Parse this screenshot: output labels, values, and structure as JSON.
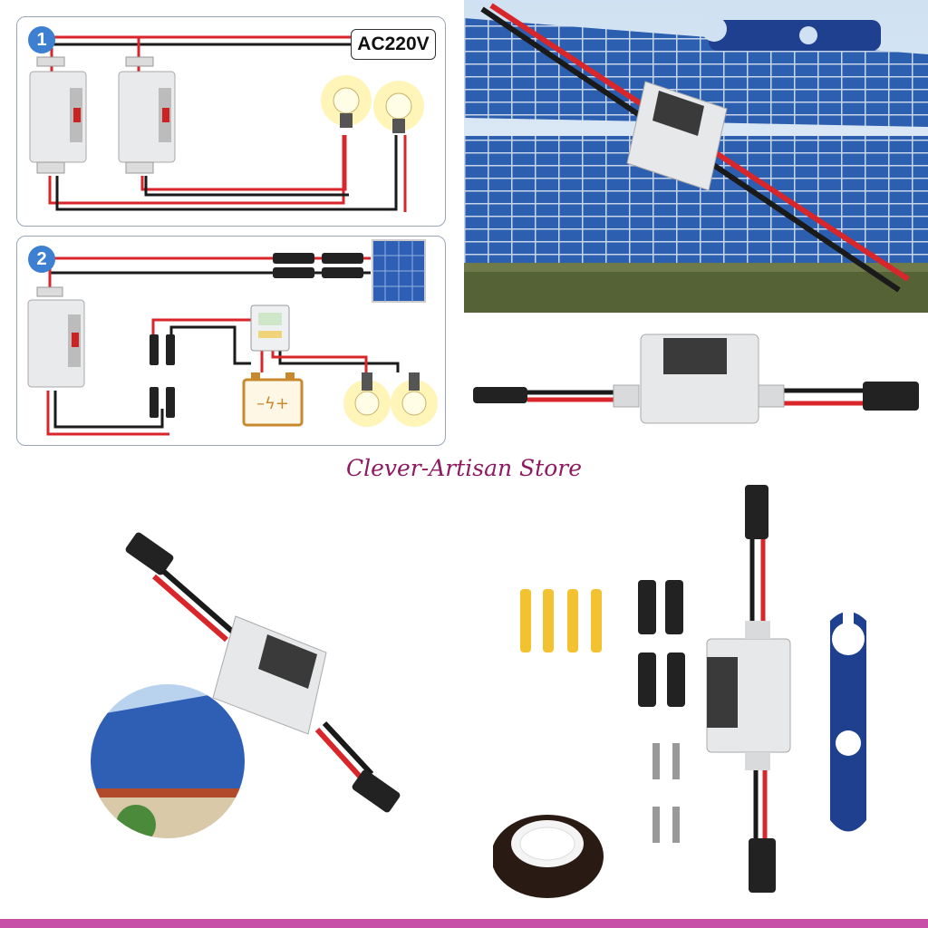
{
  "diagram1": {
    "step": "1",
    "voltage_label": "AC220V"
  },
  "diagram2": {
    "step": "2"
  },
  "store_name": "Clever-Artisan Store",
  "colors": {
    "wire_red": "#d8262b",
    "wire_black": "#1a1a1a",
    "badge_blue": "#3d7fd1",
    "store_text": "#8e1a62",
    "footer_bar": "#c84fa8",
    "panel_blue": "#2f5fb5",
    "wrench_blue": "#1f3f8f",
    "enclosure_gray": "#e6e8ea"
  },
  "icons": [
    "breaker-box-icon",
    "light-bulb-icon",
    "solar-panel-icon",
    "mc4-connector-icon",
    "battery-icon",
    "charge-controller-icon",
    "wrench-icon",
    "tape-roll-icon",
    "wall-anchor-icon"
  ]
}
